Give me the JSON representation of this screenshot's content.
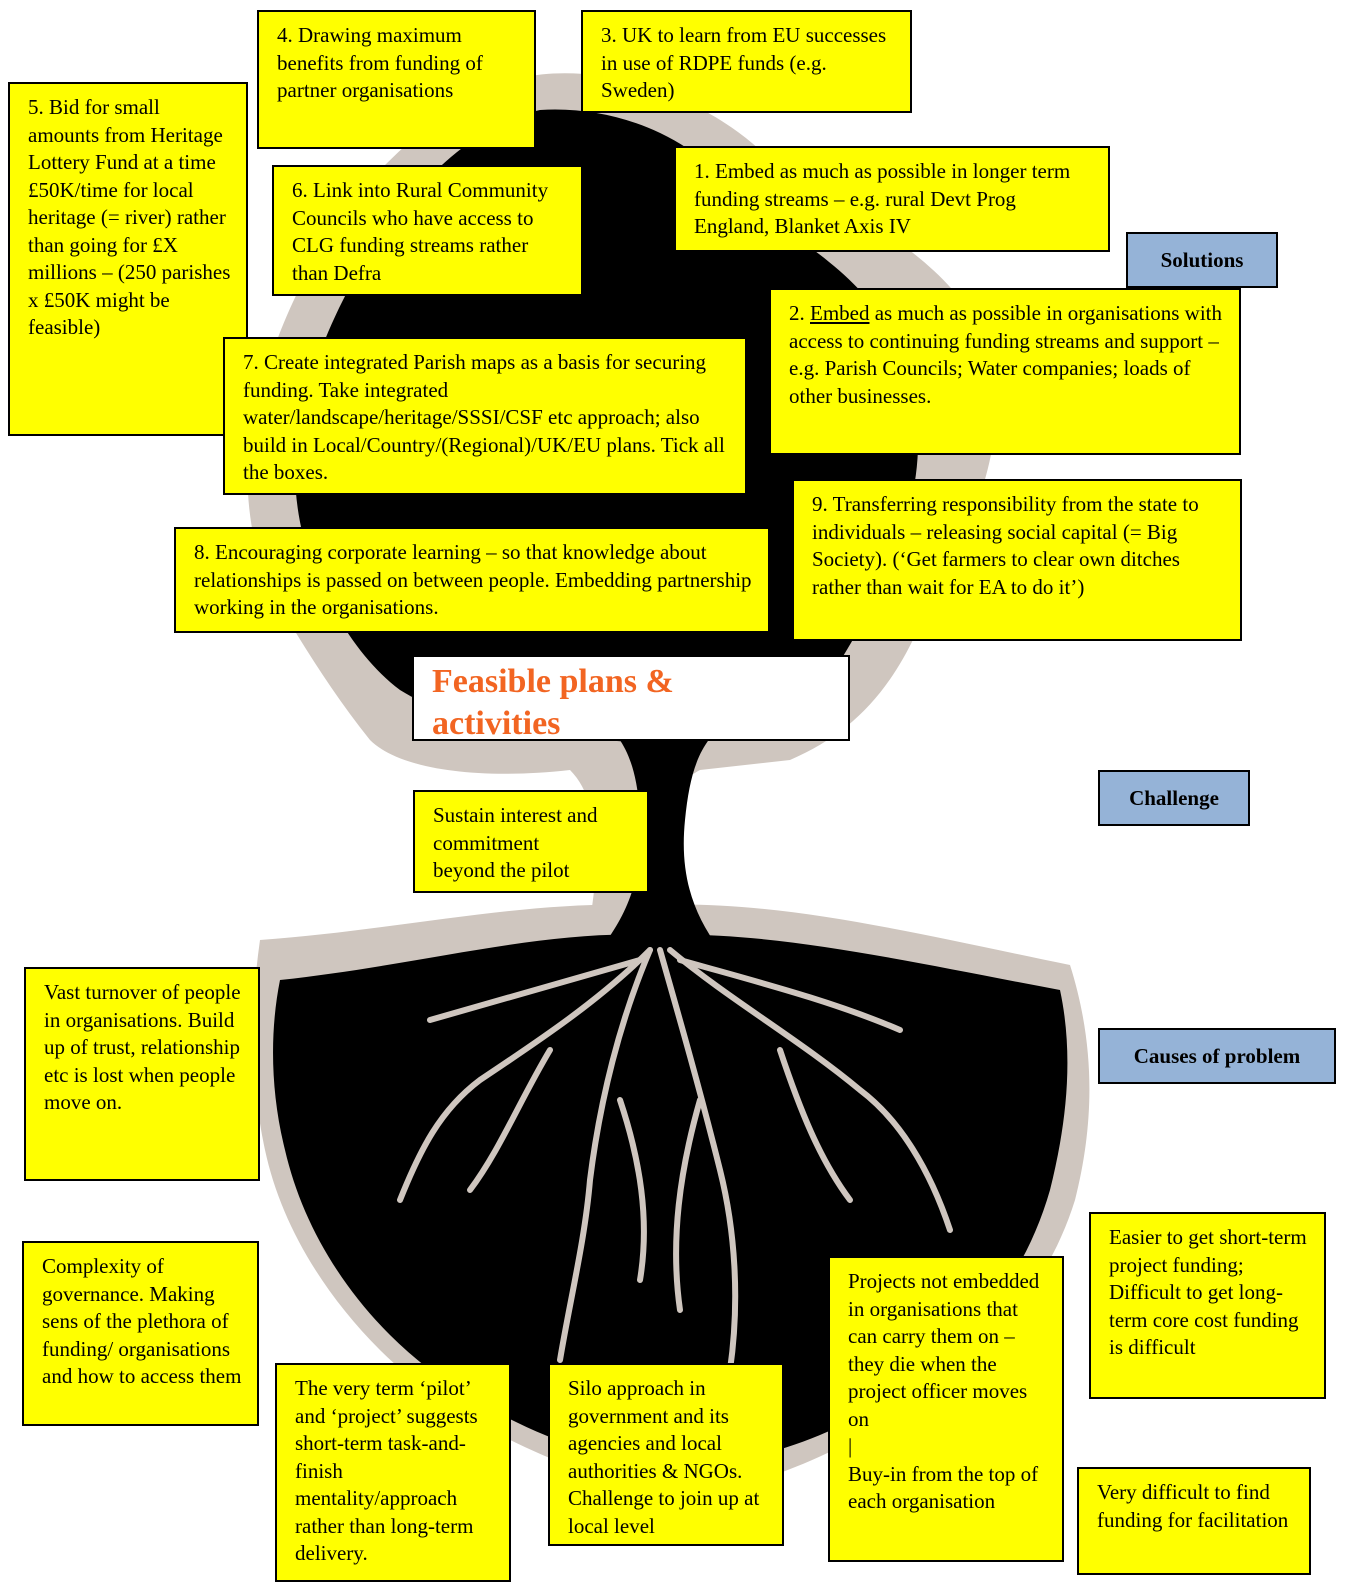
{
  "title": "Feasible plans &\nactivities",
  "tags": {
    "solutions": "Solutions",
    "challenge": "Challenge",
    "causes": "Causes of problem"
  },
  "solutions": {
    "s1": "1. Embed as much as possible in longer term funding streams – e.g. rural Devt Prog England, Blanket Axis IV",
    "s2_prefix": "2. ",
    "s2_underlined": "Embed",
    "s2_rest": " as much as possible in organisations with access to continuing funding streams and support – e.g. Parish Councils; Water companies; loads of other businesses.",
    "s3": "3. UK to learn from EU successes in use of RDPE funds (e.g. Sweden)",
    "s4": "4. Drawing maximum benefits from funding of partner organisations",
    "s5": "5. Bid for small amounts from Heritage Lottery Fund at a time £50K/time for local heritage (= river) rather than going for £X millions – (250 parishes x £50K might be feasible)",
    "s6": "6. Link into Rural Community Councils who have access to CLG funding streams rather than Defra",
    "s7": "7. Create integrated Parish maps as a basis for securing funding. Take integrated water/landscape/heritage/SSSI/CSF etc approach; also build in Local/Country/(Regional)/UK/EU plans. Tick all the boxes.",
    "s8": "8. Encouraging corporate learning – so that knowledge about relationships is passed on between people. Embedding partnership working in the organisations.",
    "s9": "9. Transferring responsibility from the state to individuals – releasing social capital (= Big Society).  (‘Get farmers to clear own ditches rather than wait for EA to do it’)"
  },
  "challenge": "Sustain interest and\ncommitment\nbeyond the pilot",
  "causes": {
    "turnover": "Vast turnover of people in organisations. Build up of trust, relationship etc is lost when people move on.",
    "complexity": "Complexity of governance. Making sens of the plethora of funding/ organisations and how to access them",
    "pilot_term": "The very term ‘pilot’ and ‘project’ suggests short-term task-and-finish mentality/approach rather than long-term delivery.",
    "silo": "Silo approach in government and its agencies and local authorities & NGOs. Challenge to join up at local level",
    "not_embedded": "Projects not embedded in organisations that can carry them on – they die when the project officer moves on\n|\nBuy-in from the top of each organisation",
    "short_term": "Easier to get short-term project funding; Difficult to get long-term core cost funding is difficult",
    "facilitation": "Very difficult to find funding for facilitation"
  }
}
